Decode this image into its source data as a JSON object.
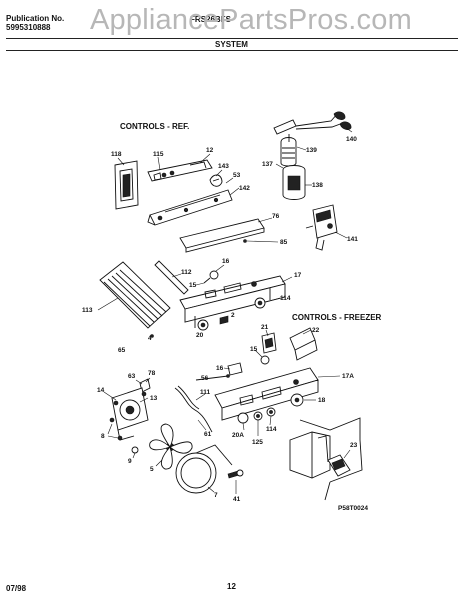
{
  "header": {
    "publication_label": "Publication No.",
    "publication_number": "5995310888",
    "model": "FRS26BFS",
    "watermark": "AppliancePartsPros.com",
    "section_title": "SYSTEM"
  },
  "groups": {
    "ref_controls": "CONTROLS - REF.",
    "freezer_controls": "CONTROLS - FREEZER"
  },
  "part_labels": {
    "p118": "118",
    "p115": "115",
    "p12": "12",
    "p143": "143",
    "p53": "53",
    "p142": "142",
    "p139": "139",
    "p140": "140",
    "p137": "137",
    "p138": "138",
    "p76": "76",
    "p85": "85",
    "p141": "141",
    "p16": "16",
    "p17": "17",
    "p112": "112",
    "p15": "15",
    "p113": "113",
    "p114a": "114",
    "p2": "2",
    "p20": "20",
    "p65": "65",
    "p21": "21",
    "p22": "22",
    "p15b": "15",
    "p16b": "16",
    "p56": "56",
    "p17A": "17A",
    "p63": "63",
    "p78": "78",
    "p14": "14",
    "p13": "13",
    "p111": "111",
    "p18": "18",
    "p8": "8",
    "p61": "61",
    "p20A": "20A",
    "p125": "125",
    "p114b": "114",
    "p4": "4",
    "p9": "9",
    "p5": "5",
    "p23": "23",
    "p7": "7",
    "p41": "41"
  },
  "drawing_code": "P58T0024",
  "footer": {
    "date": "07/98",
    "page": "12"
  }
}
